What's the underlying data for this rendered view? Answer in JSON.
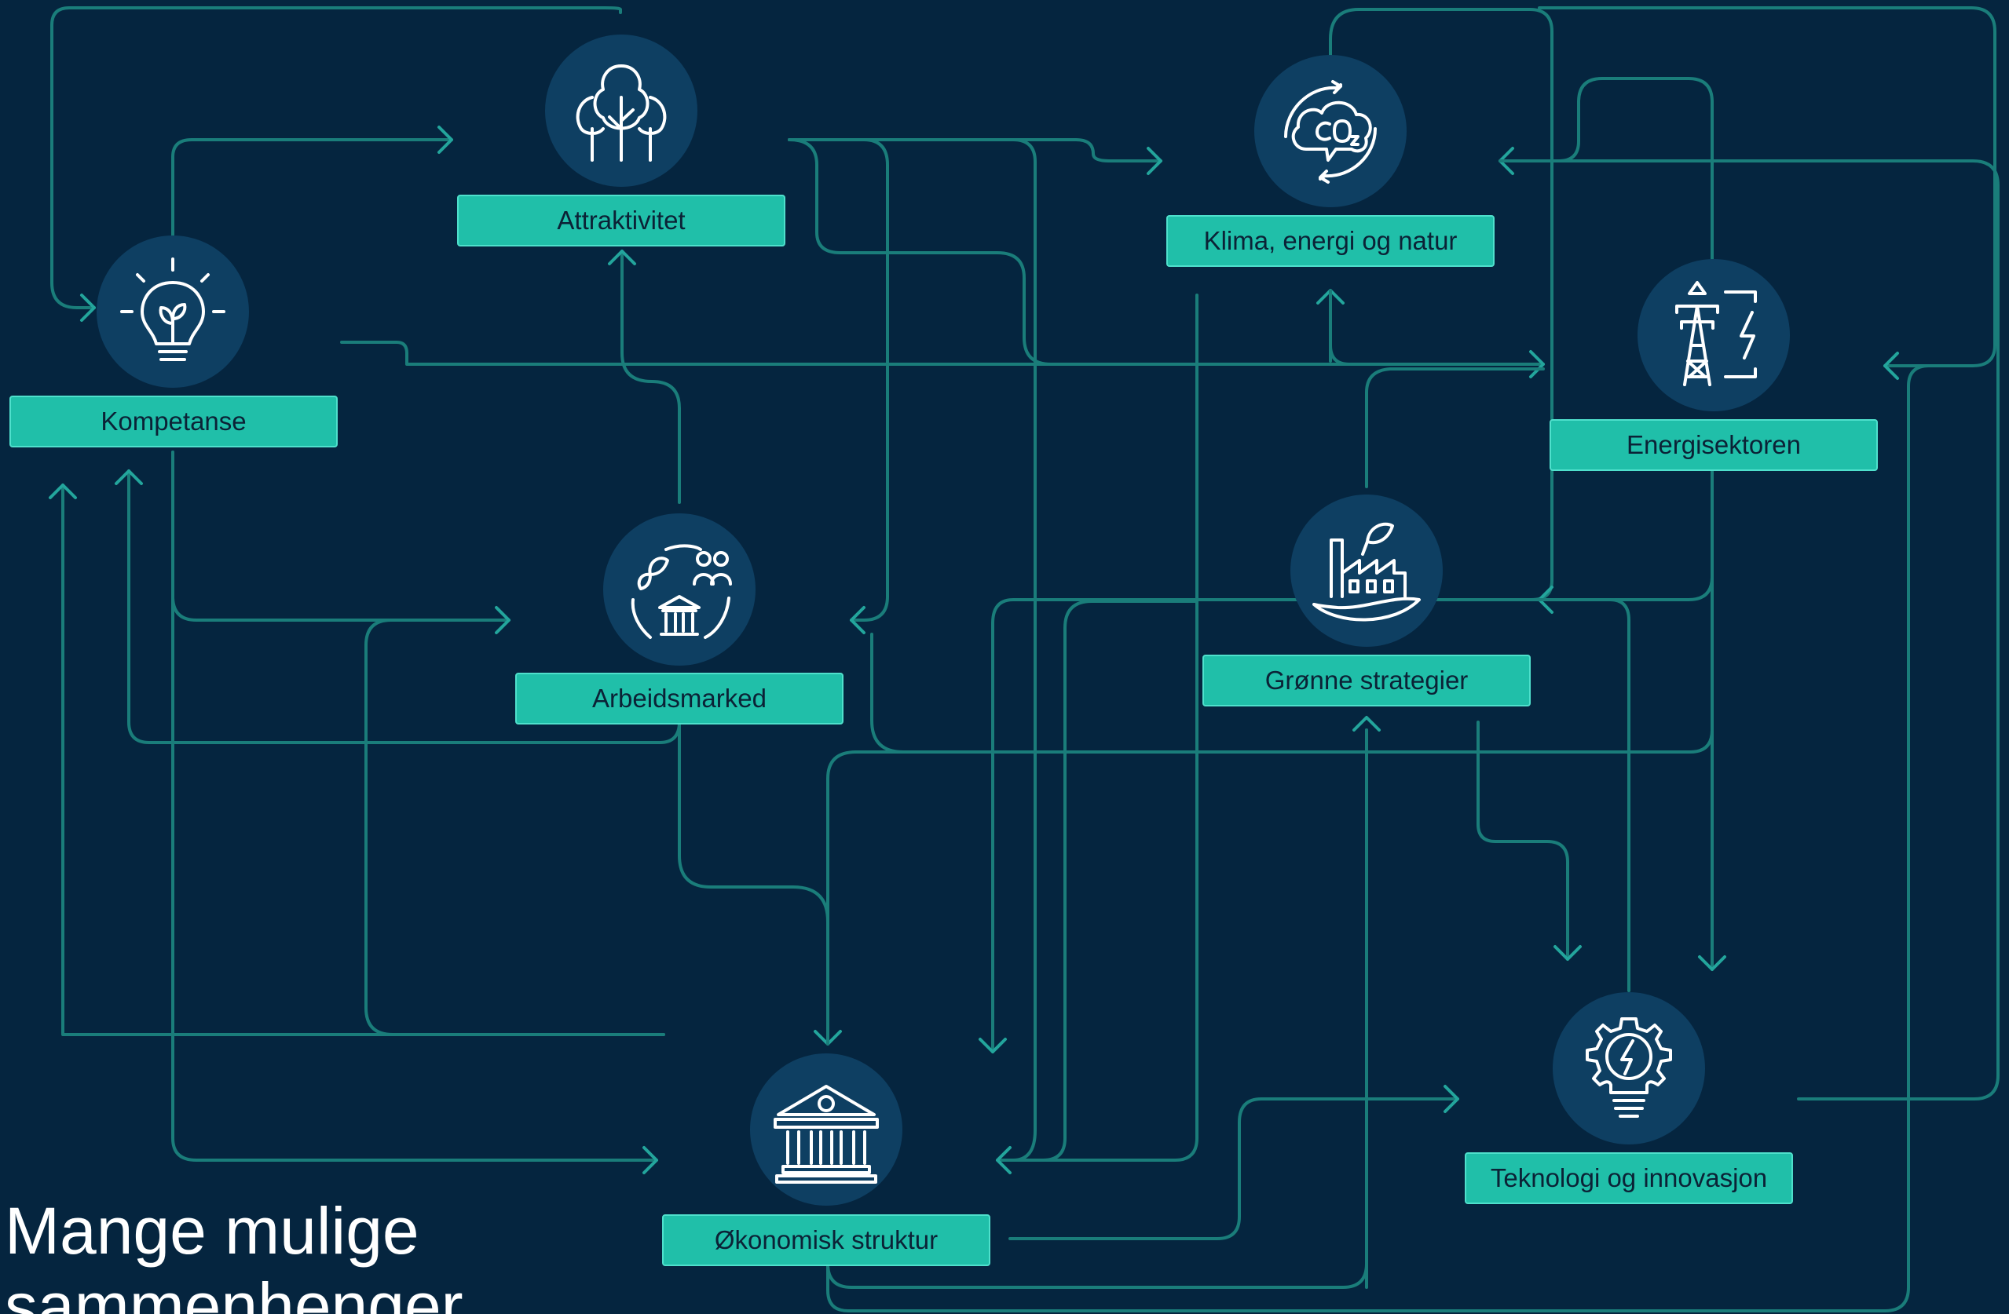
{
  "caption": {
    "line1": "Mange mulige",
    "line2": "sammenhenger"
  },
  "colors": {
    "background": "#05253f",
    "node_fill": "#20bfa9",
    "icon_circle": "#0e3f62",
    "connector": "#1a7d7a"
  },
  "nodes": {
    "kompetanse": {
      "label": "Kompetanse",
      "icon": "lightbulb-plant-icon"
    },
    "attraktivitet": {
      "label": "Attraktivitet",
      "icon": "trees-icon"
    },
    "klima": {
      "label": "Klima, energi og natur",
      "icon": "co2-cloud-icon"
    },
    "energisektoren": {
      "label": "Energisektoren",
      "icon": "power-tower-icon"
    },
    "arbeidsmarked": {
      "label": "Arbeidsmarked",
      "icon": "people-nature-institution-icon"
    },
    "gronne": {
      "label": "Grønne strategier",
      "icon": "green-factory-icon"
    },
    "okonomisk": {
      "label": "Økonomisk struktur",
      "icon": "government-building-icon"
    },
    "teknologi": {
      "label": "Teknologi og innovasjon",
      "icon": "gear-lightbulb-icon"
    }
  }
}
